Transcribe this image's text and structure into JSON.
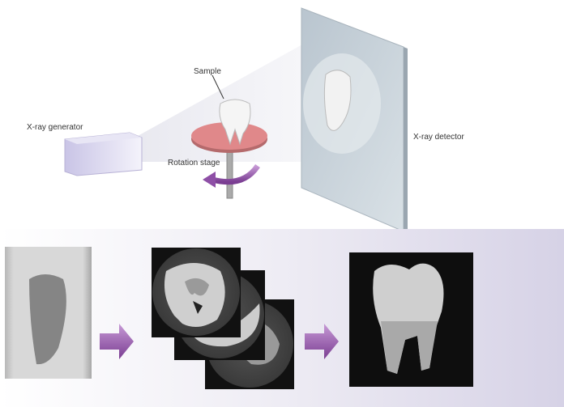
{
  "labels": {
    "sample": "Sample",
    "generator": "X-ray generator",
    "stage": "Rotation stage",
    "detector": "X-ray detector"
  },
  "colors": {
    "arrow": "#8e4fa6",
    "stage_disk": "#e0888a",
    "panel_right": "#d6d2e6"
  }
}
